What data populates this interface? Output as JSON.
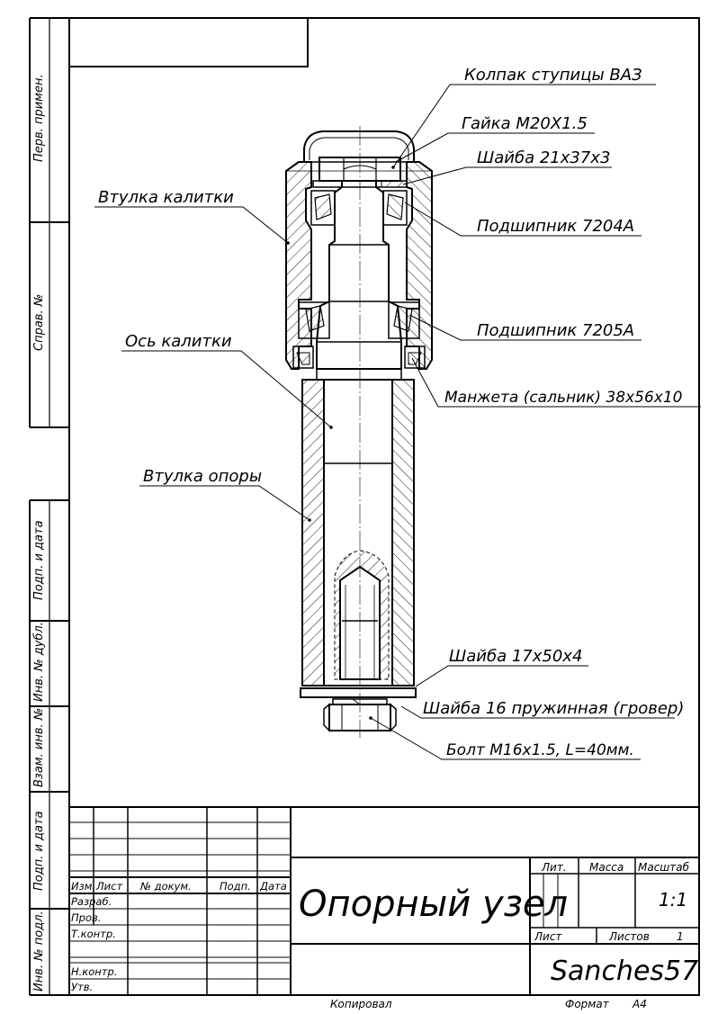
{
  "left_strip": {
    "perv_primen": "Перв. примен.",
    "sprav_no": "Справ. №",
    "podp_data_1": "Подп. и дата",
    "inv_dubl": "Инв. № дубл.",
    "vzam_inv": "Взам. инв. №",
    "podp_data_2": "Подп. и дата",
    "inv_podl": "Инв. № подл."
  },
  "callouts": {
    "kolpak": "Колпак ступицы ВАЗ",
    "gaika": "Гайка М20Х1.5",
    "shaiba_top": "Шайба 21х37х3",
    "vtulka_kalitki": "Втулка калитки",
    "podshipnik_7204": "Подшипник 7204А",
    "os_kalitki": "Ось калитки",
    "podshipnik_7205": "Подшипник 7205А",
    "manzheta": "Манжета (сальник) 38х56х10",
    "vtulka_opory": "Втулка опоры",
    "shaiba_17": "Шайба 17х50х4",
    "shaiba_grover": "Шайба 16 пружинная (гровер)",
    "bolt": "Болт М16х1.5, L=40мм."
  },
  "title_block": {
    "izm": "Изм.",
    "list": "Лист",
    "no_dokum": "№ докум.",
    "podp": "Подп.",
    "data": "Дата",
    "razrab": "Разраб.",
    "prov": "Пров.",
    "t_kontr": "Т.контр.",
    "n_kontr": "Н.контр.",
    "utv": "Утв.",
    "name": "Опорный узел",
    "lit": "Лит.",
    "massa": "Масса",
    "masshtab": "Масштаб",
    "scale": "1:1",
    "list_label": "Лист",
    "listov_label": "Листов",
    "listov_value": "1",
    "org": "Sanches57",
    "kopiroval": "Копировал",
    "format": "Формат",
    "format_value": "А4"
  }
}
